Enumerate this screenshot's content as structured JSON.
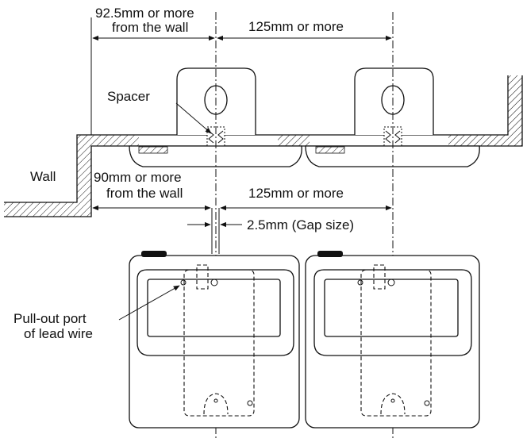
{
  "labels": {
    "top_dim_line1": "92.5mm or more",
    "top_dim_line2": "from the wall",
    "top_spacing": "125mm or more",
    "spacer": "Spacer",
    "wall": "Wall",
    "mid_dim_line1": "90mm or more",
    "mid_dim_line2": "from the wall",
    "mid_spacing": "125mm or more",
    "gap": "2.5mm (Gap size)",
    "pullout_line1": "Pull-out port",
    "pullout_line2": "of lead wire"
  },
  "colors": {
    "line": "#111111",
    "background": "#ffffff"
  }
}
